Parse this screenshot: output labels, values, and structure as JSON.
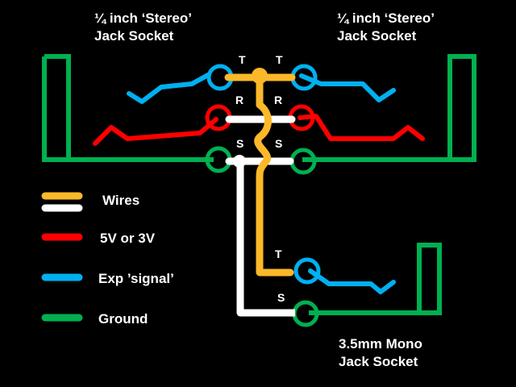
{
  "sockets": {
    "left_title": [
      "¼ inch ‘Stereo’",
      "Jack Socket"
    ],
    "right_title": [
      "¼ inch ‘Stereo’",
      "Jack Socket"
    ],
    "mono_title": [
      "3.5mm Mono",
      "Jack Socket"
    ]
  },
  "pins": {
    "left": {
      "t": "T",
      "r": "R",
      "s": "S"
    },
    "right": {
      "t": "T",
      "r": "R",
      "s": "S"
    },
    "mono": {
      "t": "T",
      "s": "S"
    }
  },
  "legend": [
    {
      "label": "Wires",
      "colors": [
        "#fbb829",
        "#ffffff"
      ]
    },
    {
      "label": "5V or 3V",
      "colors": [
        "#ff0000"
      ]
    },
    {
      "label": "Exp ’signal’",
      "colors": [
        "#00b0f0"
      ]
    },
    {
      "label": "Ground",
      "colors": [
        "#00b050"
      ]
    }
  ],
  "colors": {
    "background": "#000000",
    "wire_tip": "#fbb829",
    "wire_sleeve": "#ffffff",
    "power": "#ff0000",
    "signal": "#00b0f0",
    "ground": "#00b050",
    "text": "#ffffff"
  }
}
